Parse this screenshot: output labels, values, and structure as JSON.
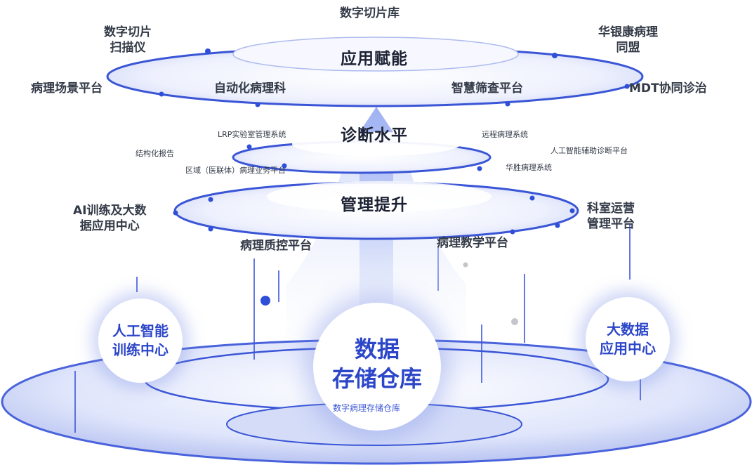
{
  "tiers": {
    "top": "应用赋能",
    "mid": "诊断水平",
    "low": "管理提升"
  },
  "top_items": {
    "slide_library": "数字切片库",
    "scanner": "数字切片\n扫描仪",
    "alliance": "华银康病理\n同盟",
    "scene_platform": "病理场景平台",
    "auto_dept": "自动化病理科",
    "screening": "智慧筛查平台",
    "mdt": "MDT协同诊治"
  },
  "mid_items": {
    "lrp": "LRP实验室管理系统",
    "remote": "远程病理系统",
    "structured": "结构化报告",
    "ai_assist": "人工智能辅助诊断平台",
    "regional": "区域（医联体）病理业务平台",
    "huasheng": "华胜病理系统"
  },
  "low_items": {
    "ai_bigdata": "AI训练及大数\n据应用中心",
    "dept_ops": "科室运营\n管理平台",
    "qc": "病理质控平台",
    "teaching": "病理教学平台"
  },
  "centers": {
    "ai_training": "人工智能\n训练中心",
    "warehouse": "数据\n存储仓库",
    "warehouse_sub": "数字病理存储仓库",
    "bigdata": "大数据\n应用中心"
  },
  "colors": {
    "ring_stroke": "#3a55d6",
    "ring_fill_light": "#eef1ff",
    "accent": "#2c46c9",
    "dot": "#2f4fd8"
  }
}
